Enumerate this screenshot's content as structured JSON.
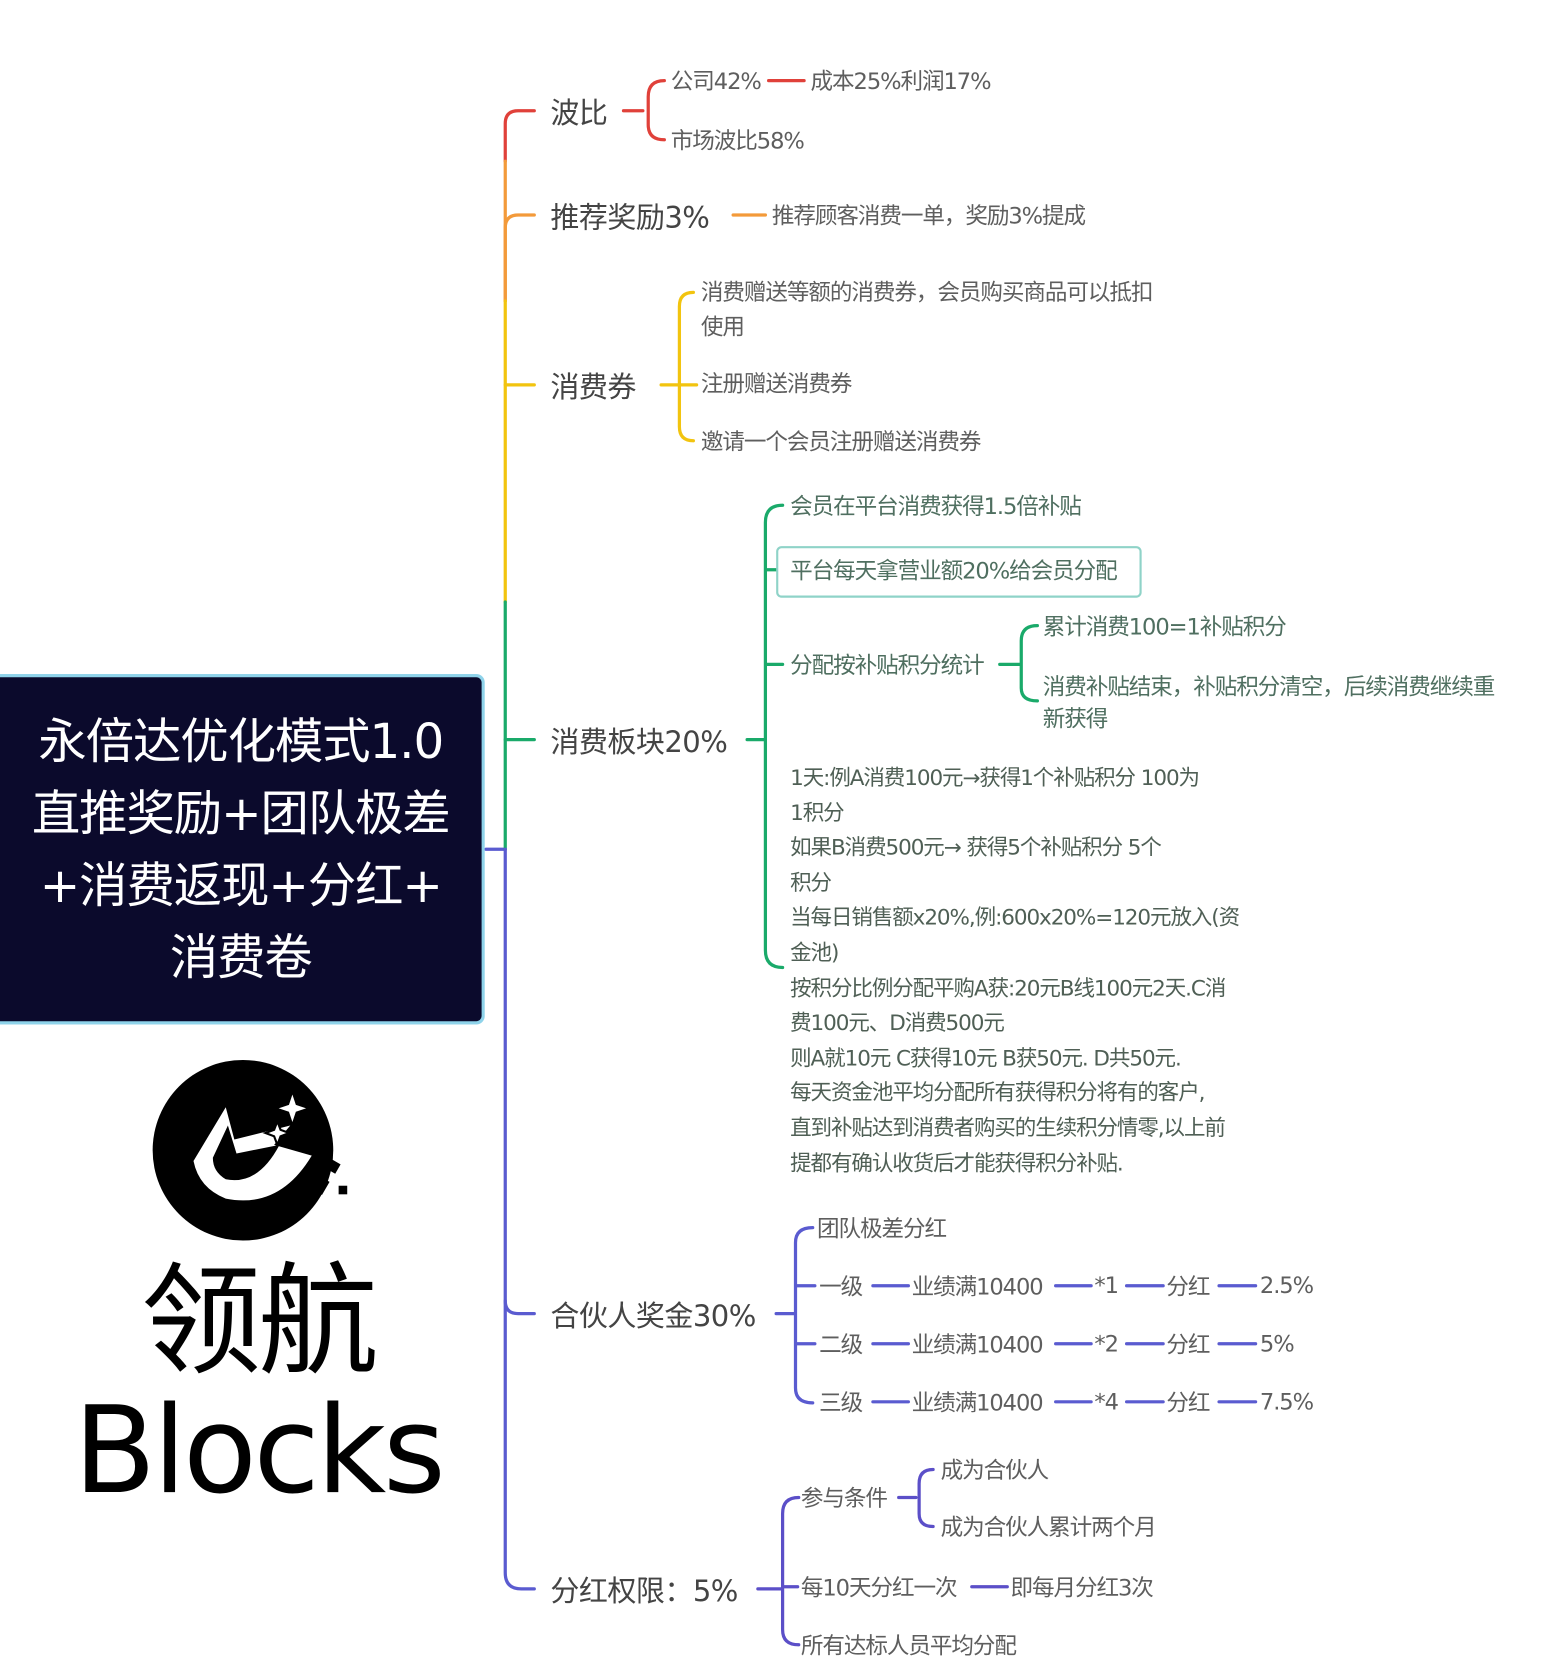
{
  "root": {
    "lines": [
      "永倍达优化模式1.0",
      "直推奖励+团队极差",
      "+消费返现+分红+",
      "消费卷"
    ]
  },
  "watermark": {
    "text": "领航Blocks"
  },
  "colors": {
    "root_bg": "#0b0a2c",
    "root_border": "#8fd3ea",
    "red": "#e0413a",
    "orange": "#f39a3a",
    "yellow": "#f2c40f",
    "green": "#1aaa6a",
    "blue": "#5a5bd0"
  },
  "branches": {
    "bobi": {
      "label": "波比",
      "company": "公司42%",
      "company_detail": "成本25%利润17%",
      "market": "市场波比58%"
    },
    "referral": {
      "label": "推荐奖励3%",
      "detail": "推荐顾客消费一单，奖励3%提成"
    },
    "coupon": {
      "label": "消费券",
      "items": [
        "消费赠送等额的消费券，会员购买商品可以抵扣",
        "使用",
        "注册赠送消费券",
        "邀请一个会员注册赠送消费券"
      ]
    },
    "consumption": {
      "label": "消费板块20%",
      "item1": "会员在平台消费获得1.5倍补贴",
      "item2": "平台每天拿营业额20%给会员分配",
      "stats_label": "分配按补贴积分统计",
      "stats_items": [
        "累计消费100=1补贴积分",
        "消费补贴结束，补贴积分清空，后续消费继续重",
        "新获得"
      ],
      "paragraph": [
        "1天:例A消费100元→获得1个补贴积分      100为",
        "1积分",
        "如果B消费500元→ 获得5个补贴积分         5个",
        "积分",
        "当每日销售额x20%,例:600x20%=120元放入(资",
        "金池)",
        "按积分比例分配平购A获:20元B线100元2天.C消",
        "费100元、D消费500元",
        "则A就10元   C获得10元   B获50元.     D共50元.",
        "每天资金池平均分配所有获得积分将有的客户,",
        "直到补贴达到消费者购买的生续积分情零,以上前",
        "提都有确认收货后才能获得积分补贴."
      ]
    },
    "partner": {
      "label": "合伙人奖金30%",
      "header": "团队极差分红",
      "rows": [
        {
          "level": "一级",
          "req": "业绩满10400",
          "mult": "*1",
          "div": "分红",
          "pct": "2.5%"
        },
        {
          "level": "二级",
          "req": "业绩满10400",
          "mult": "*2",
          "div": "分红",
          "pct": "5%"
        },
        {
          "level": "三级",
          "req": "业绩满10400",
          "mult": "*4",
          "div": "分红",
          "pct": "7.5%"
        }
      ]
    },
    "dividend": {
      "label": "分红权限：5%",
      "cond_label": "参与条件",
      "conds": [
        "成为合伙人",
        "成为合伙人累计两个月"
      ],
      "freq": "每10天分红一次",
      "freq_detail": "即每月分红3次",
      "dist": "所有达标人员平均分配"
    }
  }
}
